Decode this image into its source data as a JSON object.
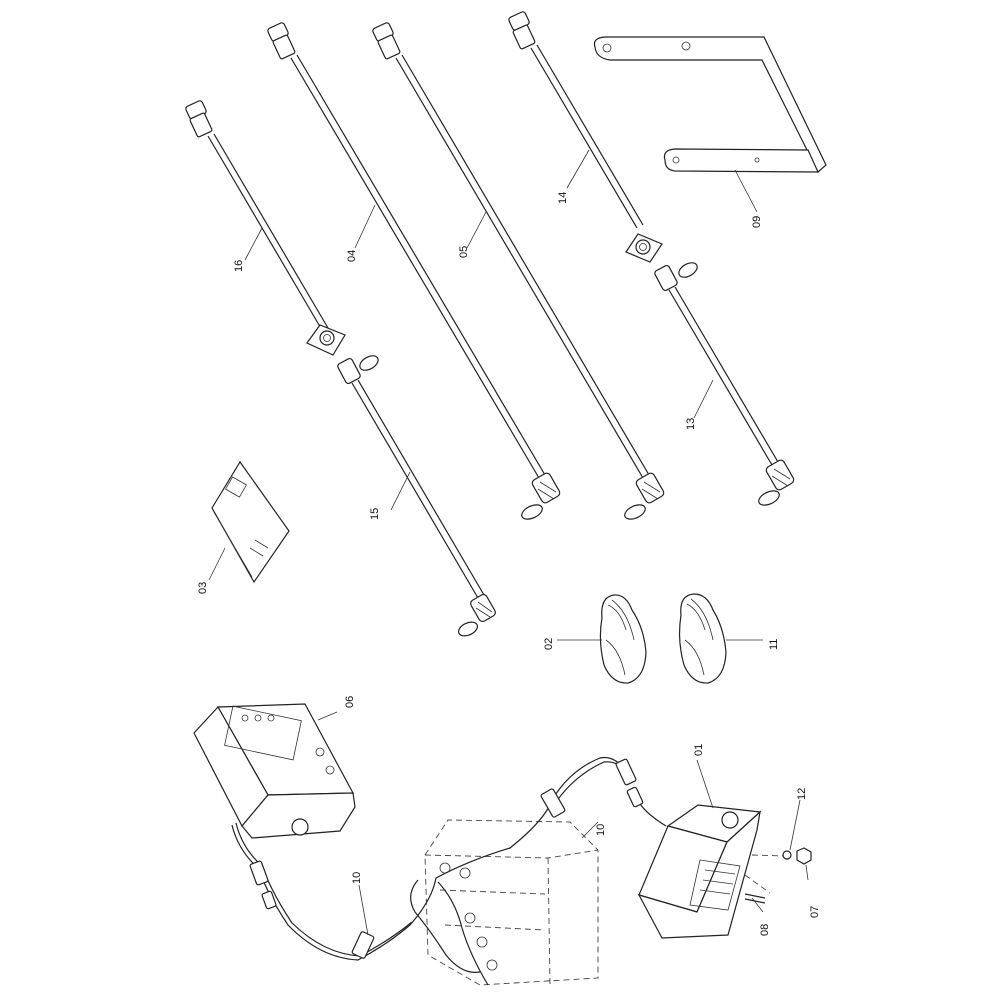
{
  "callouts": [
    {
      "id": "c01",
      "text": "01"
    },
    {
      "id": "c02",
      "text": "02"
    },
    {
      "id": "c03",
      "text": "03"
    },
    {
      "id": "c04",
      "text": "04"
    },
    {
      "id": "c05",
      "text": "05"
    },
    {
      "id": "c06",
      "text": "06"
    },
    {
      "id": "c07",
      "text": "07"
    },
    {
      "id": "c08",
      "text": "08"
    },
    {
      "id": "c09",
      "text": "09"
    },
    {
      "id": "c10a",
      "text": "10"
    },
    {
      "id": "c10b",
      "text": "10"
    },
    {
      "id": "c11",
      "text": "11"
    },
    {
      "id": "c12",
      "text": "12"
    },
    {
      "id": "c13",
      "text": "13"
    },
    {
      "id": "c14",
      "text": "14"
    },
    {
      "id": "c15",
      "text": "15"
    },
    {
      "id": "c16",
      "text": "16"
    }
  ]
}
